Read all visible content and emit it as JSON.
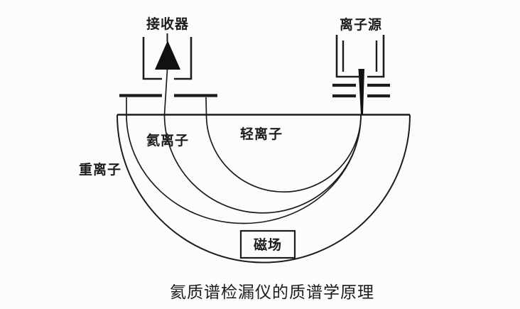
{
  "canvas": {
    "background_color": "#fcfcfc",
    "line_color": "#1c1c1c"
  },
  "labels": {
    "receiver": "接收器",
    "ion_source": "离子源",
    "helium_ions": "氦离子",
    "light_ions": "轻离子",
    "heavy_ions": "重离子",
    "magnetic_field": "磁场",
    "caption": "氦质谱检漏仪的质谱学原理"
  }
}
